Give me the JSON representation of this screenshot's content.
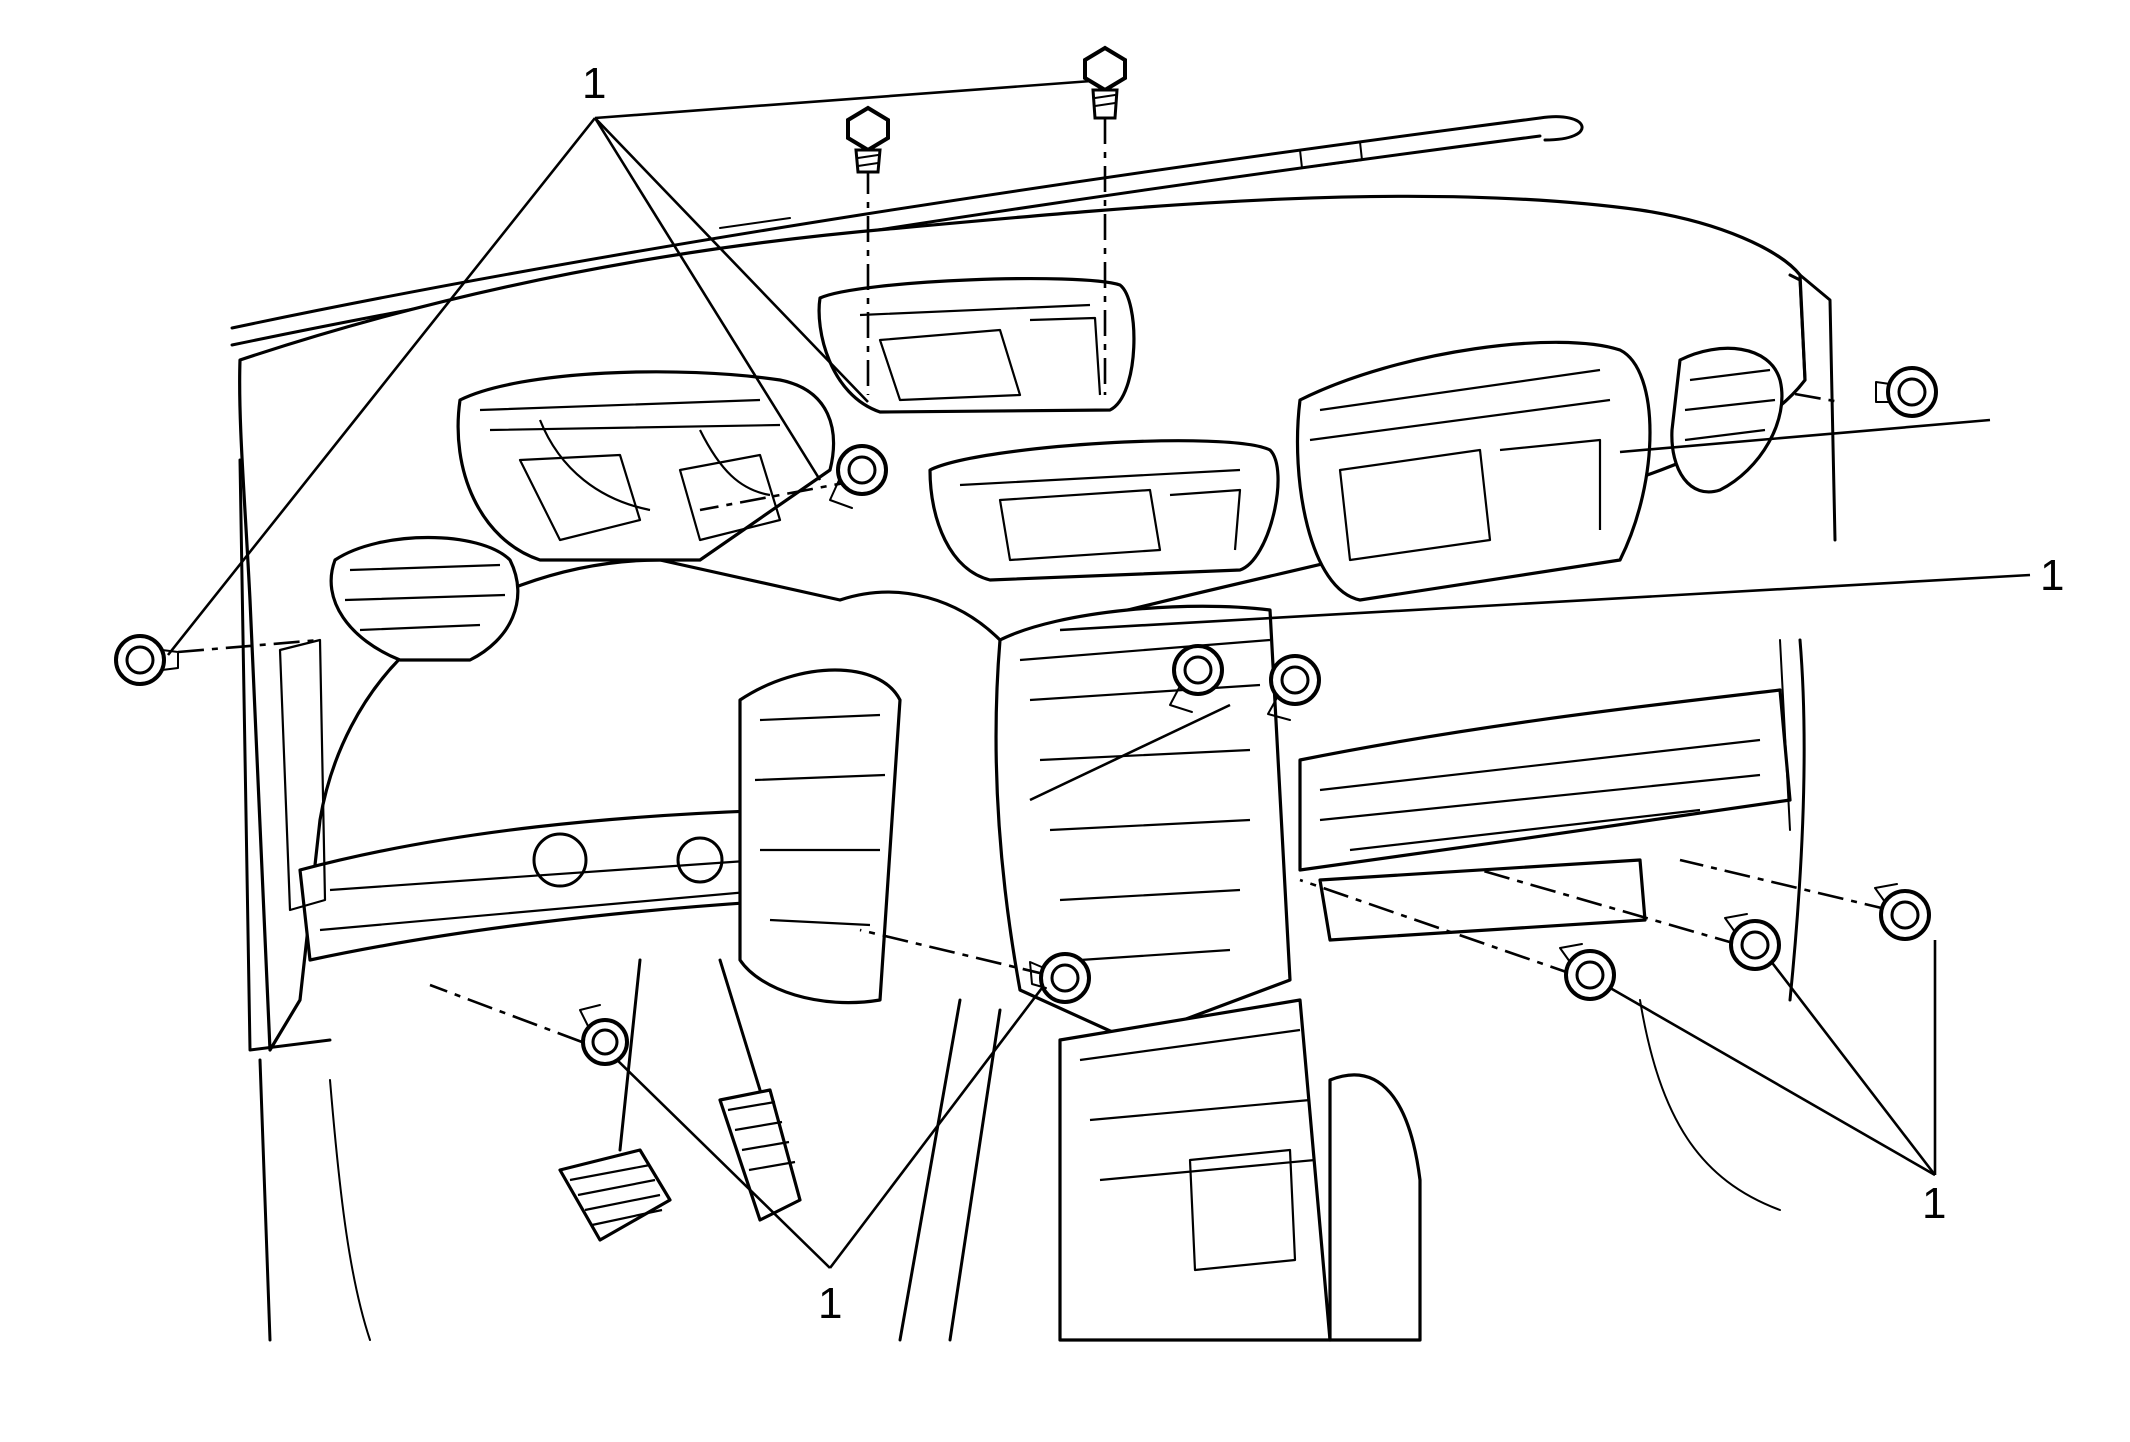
{
  "callouts": {
    "top_left": "1",
    "right": "1",
    "bottom_center": "1",
    "bottom_right": "1"
  },
  "colors": {
    "ink": "#000000",
    "paper": "#ffffff"
  }
}
